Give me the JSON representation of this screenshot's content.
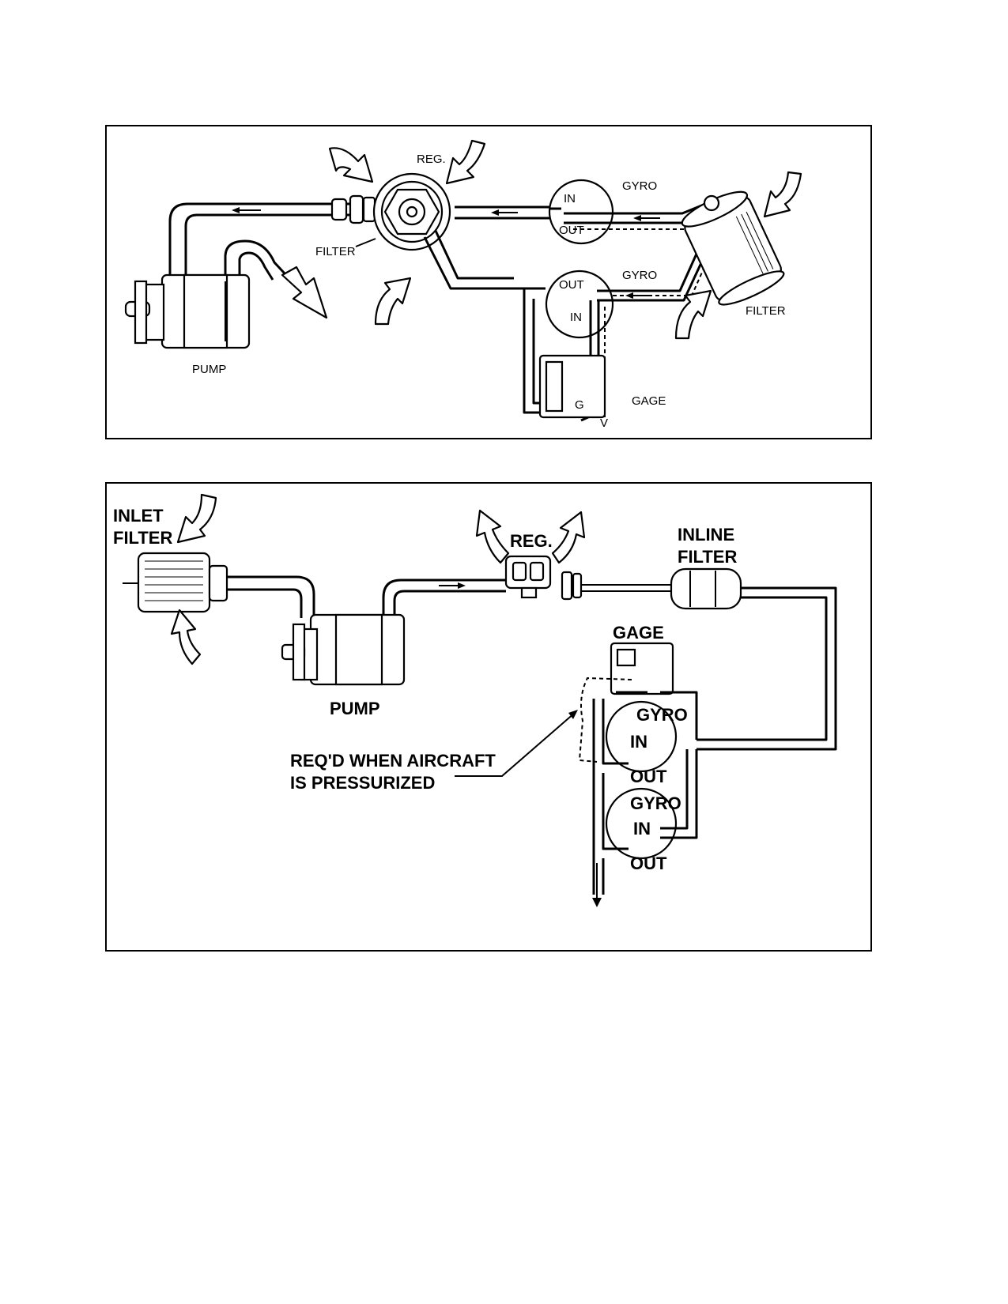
{
  "top_diagram": {
    "labels": {
      "reg": "REG.",
      "filter_reg": "FILTER",
      "pump": "PUMP",
      "gyro1": "GYRO",
      "gyro1_in": "IN",
      "gyro1_out": "OUT",
      "gyro2": "GYRO",
      "gyro2_out": "OUT",
      "gyro2_in": "IN",
      "filter_right": "FILTER",
      "gage": "GAGE",
      "gage_g": "G",
      "gage_v": "V"
    }
  },
  "bottom_diagram": {
    "labels": {
      "inlet_filter_1": "INLET",
      "inlet_filter_2": "FILTER",
      "reg": "REG.",
      "inline_filter_1": "INLINE",
      "inline_filter_2": "FILTER",
      "pump": "PUMP",
      "gage": "GAGE",
      "gyro1": "GYRO",
      "gyro1_in": "IN",
      "gyro1_out": "OUT",
      "gyro2": "GYRO",
      "gyro2_in": "IN",
      "gyro2_out": "OUT",
      "note_1": "REQ'D WHEN AIRCRAFT",
      "note_2": "IS PRESSURIZED"
    }
  }
}
